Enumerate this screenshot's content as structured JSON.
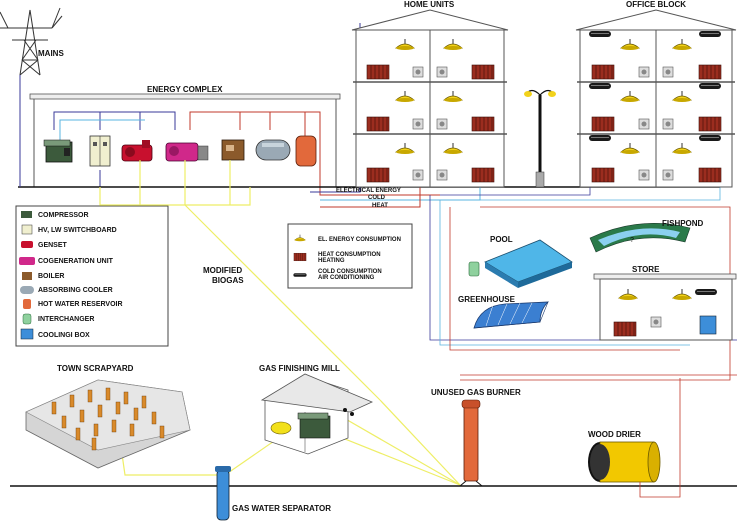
{
  "labels": {
    "mains": "MAINS",
    "energy_complex": "ENERGY COMPLEX",
    "home_units": "HOME UNITS",
    "office_block": "OFFICE BLOCK",
    "electrical_energy": "ELECTRICAL ENERGY",
    "cold": "COLD",
    "heat": "HEAT",
    "pool": "POOL",
    "fishpond": "FISHPOND",
    "greenhouse": "GREENHOUSE",
    "store": "STORE",
    "modified_biogas_1": "MODIFIED",
    "modified_biogas_2": "BIOGAS",
    "town_scrapyard": "TOWN SCRAPYARD",
    "gas_finishing_mill": "GAS FINISHING MILL",
    "unused_gas_burner": "UNUSED GAS BURNER",
    "wood_drier": "WOOD DRIER",
    "gas_water_separator": "GAS WATER SEPARATOR"
  },
  "legend": [
    {
      "label": "COMPRESSOR",
      "icon": "compressor-icon"
    },
    {
      "label": "HV, LW SWITCHBOARD",
      "icon": "switchboard-icon"
    },
    {
      "label": "GENSET",
      "icon": "genset-icon"
    },
    {
      "label": "COGENERATION UNIT",
      "icon": "cogeneration-icon"
    },
    {
      "label": "BOILER",
      "icon": "boiler-icon"
    },
    {
      "label": "ABSORBING COOLER",
      "icon": "cooler-icon"
    },
    {
      "label": "HOT WATER RESERVOIR",
      "icon": "reservoir-icon"
    },
    {
      "label": "INTERCHANGER",
      "icon": "interchanger-icon"
    },
    {
      "label": "COOLINGI BOX",
      "icon": "cooling-box-icon"
    }
  ],
  "consumption_legend": [
    {
      "label": "EL. ENERGY CONSUMPTION",
      "icon": "lamp-icon"
    },
    {
      "label": "HEAT CONSUMPTION",
      "label2": "HEATING",
      "icon": "radiator-icon"
    },
    {
      "label": "COLD CONSUMPTION",
      "label2": "AIR CONDITIONING",
      "icon": "ac-icon"
    }
  ],
  "colors": {
    "electric": "#3a3a9a",
    "cold": "#5ab4e0",
    "heat": "#c0392b",
    "biogas": "#eeee66",
    "ground": "#111111"
  }
}
